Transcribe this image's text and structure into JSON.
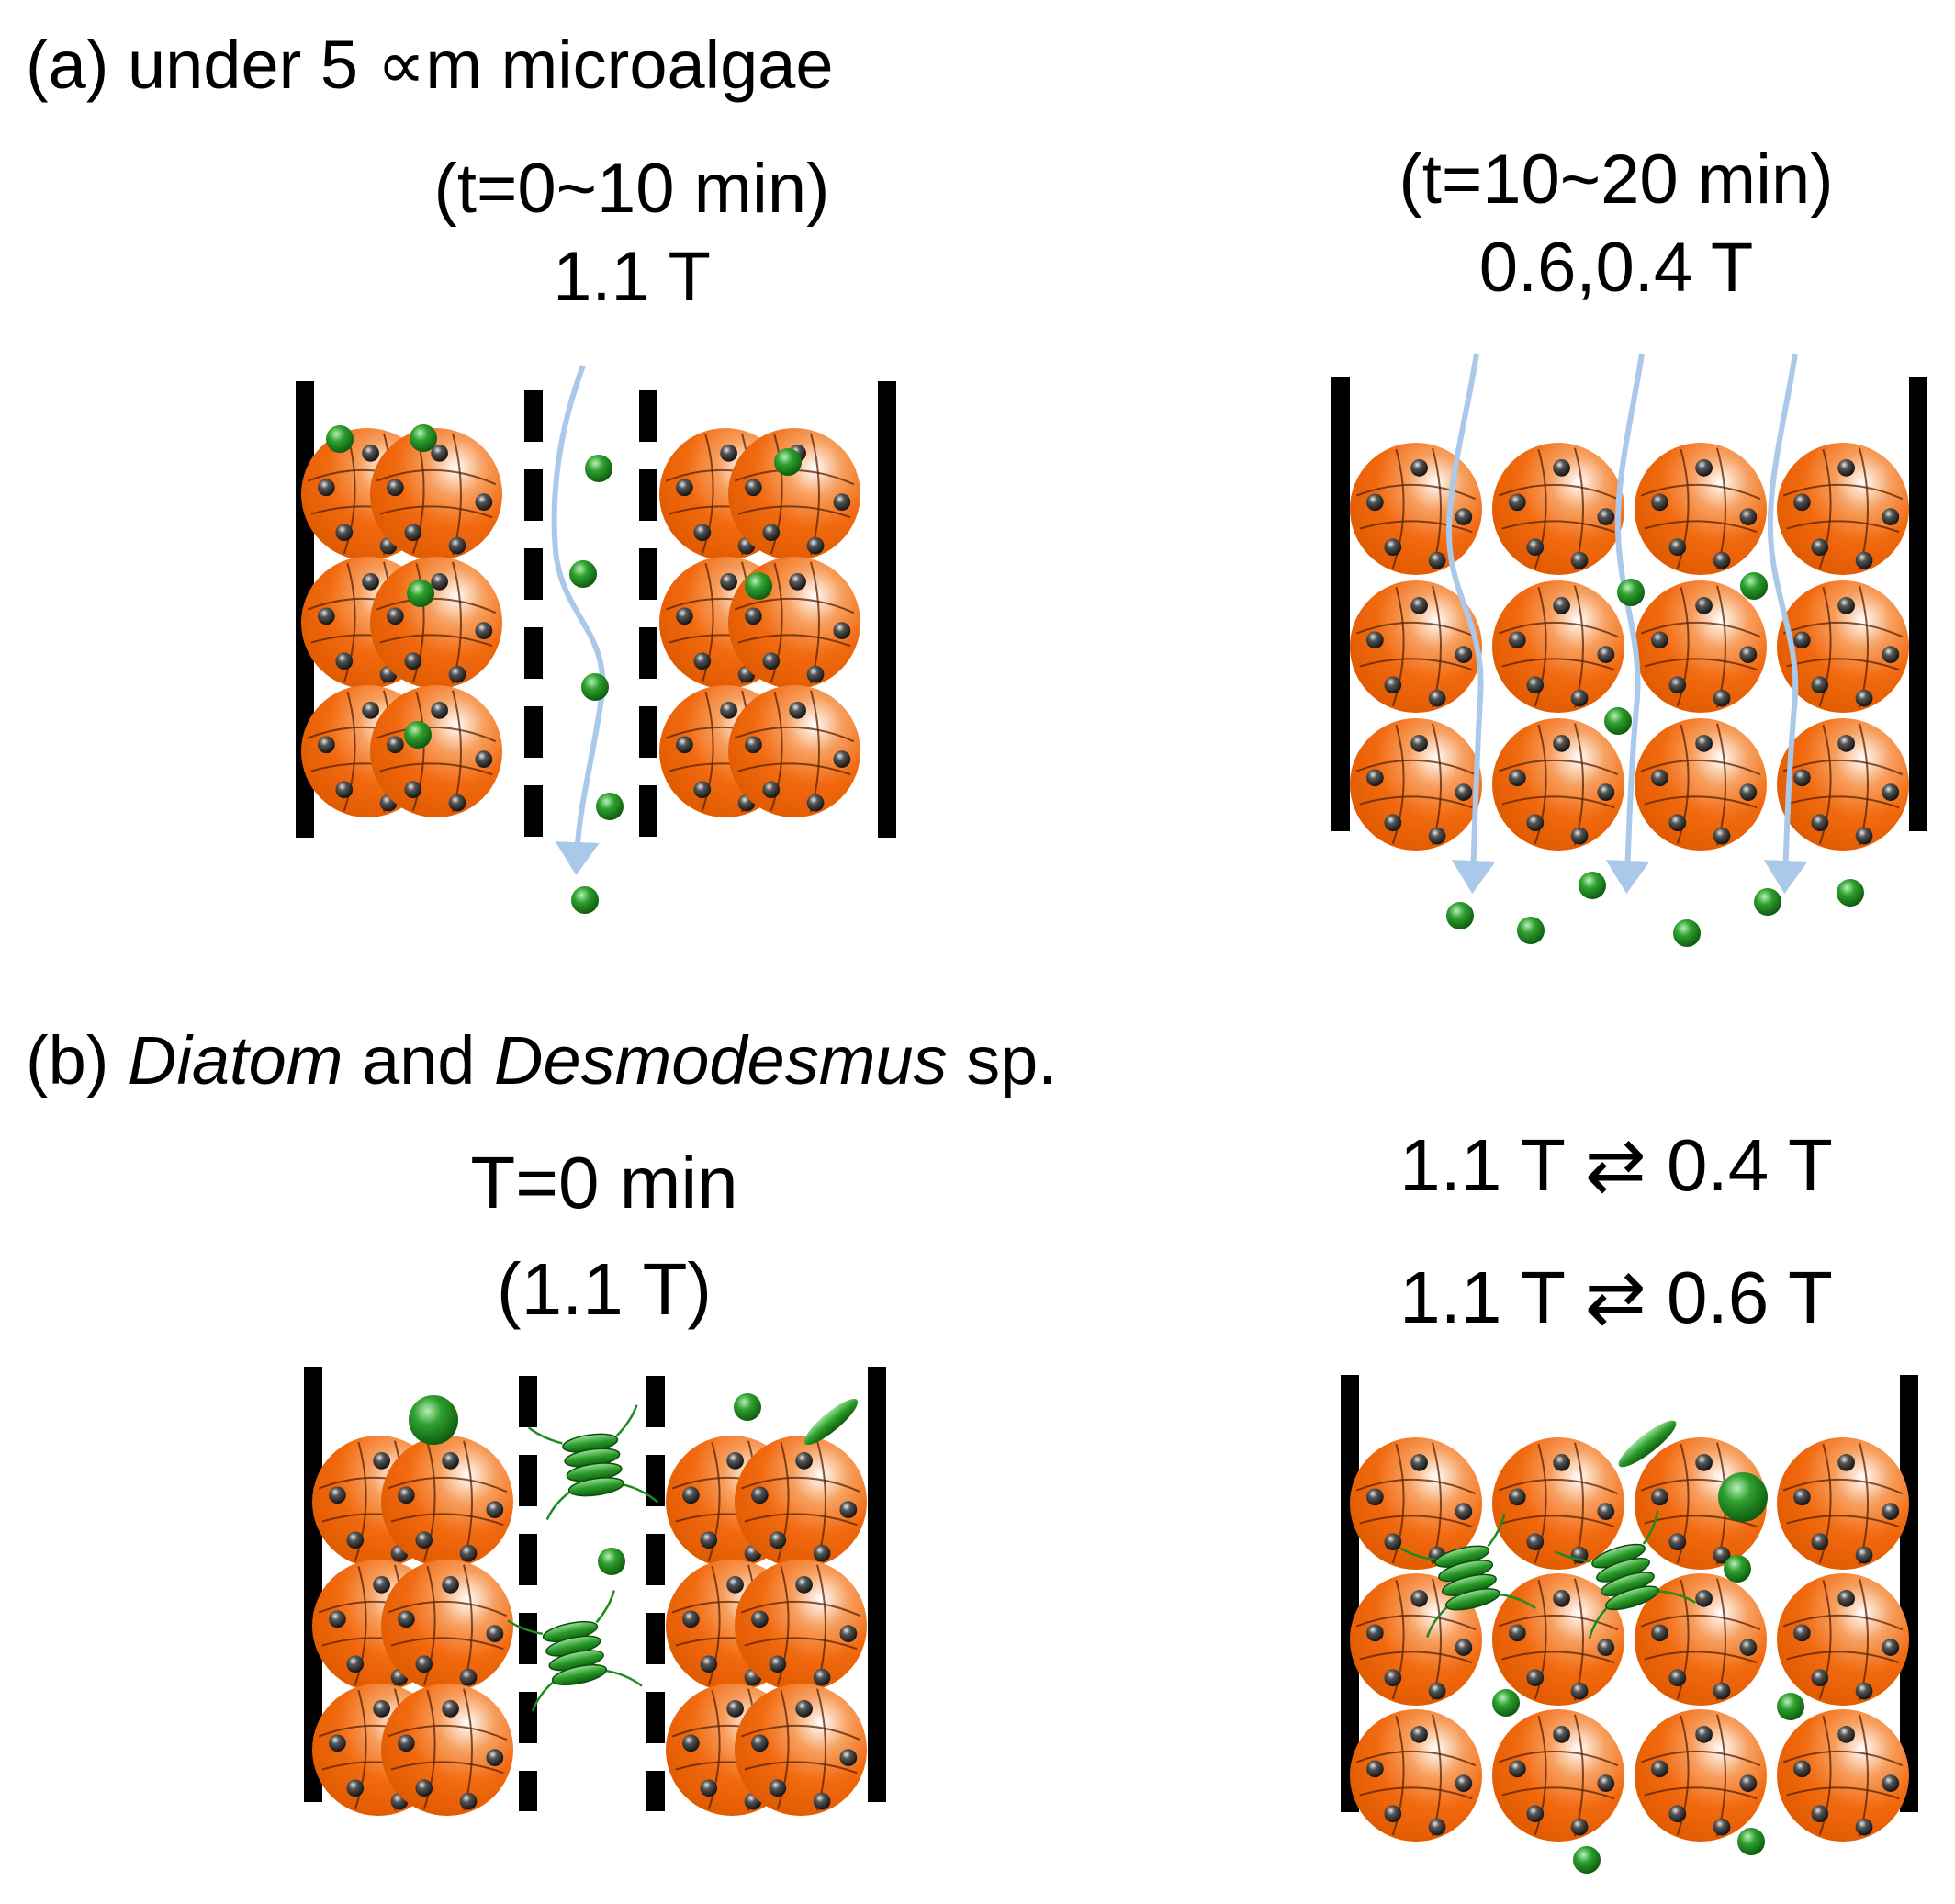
{
  "panel_a": {
    "heading": "(a) under 5 ∝m microalgae",
    "left_condition_line1": "(t=0~10 min)",
    "left_condition_line2": "1.1 T",
    "right_condition_line1": "(t=10~20 min)",
    "right_condition_line2": "0.6,0.4 T"
  },
  "panel_b": {
    "heading_prefix": "(b) ",
    "heading_species1": "Diatom",
    "heading_and": " and ",
    "heading_species2": "Desmodesmus",
    "heading_suffix": " sp.",
    "left_condition_line1": "T=0 min",
    "left_condition_line2": "(1.1 T)",
    "right_condition_line1": "1.1 T ⇄ 0.4 T",
    "right_condition_line2": "1.1 T ⇄ 0.6 T"
  },
  "colors": {
    "magnetic_particle": "#f26a10",
    "nanoparticle": "#222222",
    "microalgae": "#1f8a1f",
    "flow_arrow": "#a9c8ea",
    "wall": "#000000"
  }
}
